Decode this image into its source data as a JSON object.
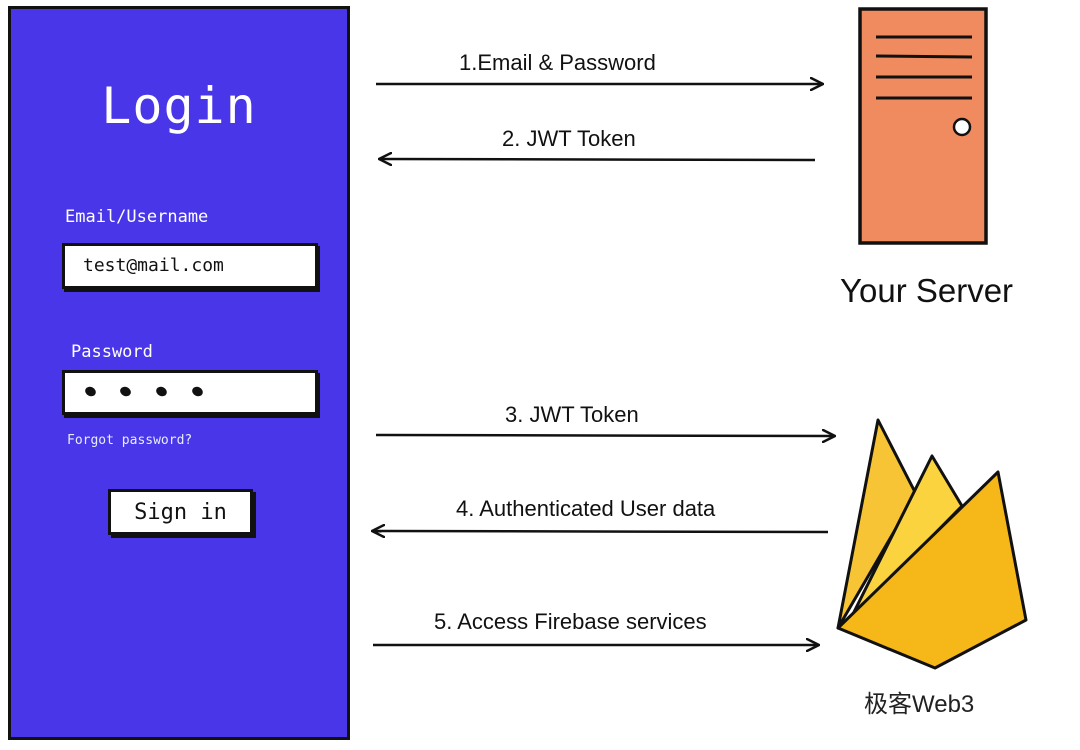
{
  "login": {
    "title": "Login",
    "email_label": "Email/Username",
    "email_value": "test@mail.com",
    "password_label": "Password",
    "forgot_link": "Forgot password?",
    "signin_button": "Sign in"
  },
  "arrows": {
    "step1": "1.Email & Password",
    "step2": "2. JWT Token",
    "step3": "3. JWT Token",
    "step4": "4. Authenticated User data",
    "step5": "5. Access Firebase services"
  },
  "server": {
    "label": "Your Server",
    "color": "#ef8b5e"
  },
  "firebase": {
    "colors": [
      "#f6c434",
      "#fbd33e",
      "#f5b818"
    ]
  },
  "watermark": "极客Web3",
  "colors": {
    "login_bg": "#4836e8"
  }
}
